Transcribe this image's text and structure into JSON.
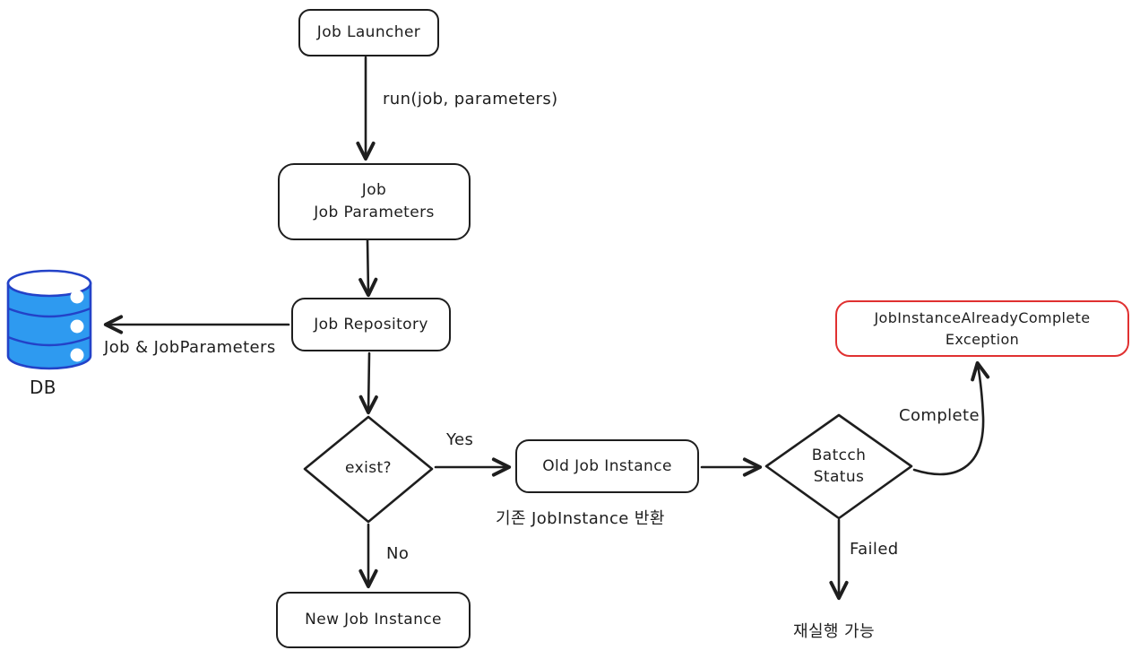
{
  "diagram": {
    "title_hint": "Spring Batch job launch flowchart",
    "nodes": {
      "job_launcher": {
        "label": "Job Launcher"
      },
      "job_parameters": {
        "line1": "Job",
        "line2": "Job Parameters"
      },
      "job_repository": {
        "label": "Job Repository"
      },
      "exist_decision": {
        "label": "exist?"
      },
      "old_job_instance": {
        "label": "Old Job Instance"
      },
      "batch_status_decision": {
        "line1": "Batcch",
        "line2": "Status"
      },
      "exception_box": {
        "line1": "JobInstanceAlreadyComplete",
        "line2": "Exception"
      },
      "new_job_instance": {
        "label": "New Job Instance"
      },
      "database": {
        "label": "DB"
      }
    },
    "edge_labels": {
      "run_call": "run(job, parameters)",
      "job_and_parameters": "Job & JobParameters",
      "yes": "Yes",
      "no": "No",
      "complete": "Complete",
      "failed": "Failed"
    },
    "notes": {
      "existing_instance_returned": "기존 JobInstance 반환",
      "rerunnable": "재실행 가능"
    },
    "colors": {
      "stroke": "#1e1e1e",
      "exception_border": "#e03131",
      "db_fill": "#2e9af0",
      "db_stroke": "#2342c8",
      "background": "#ffffff"
    }
  }
}
